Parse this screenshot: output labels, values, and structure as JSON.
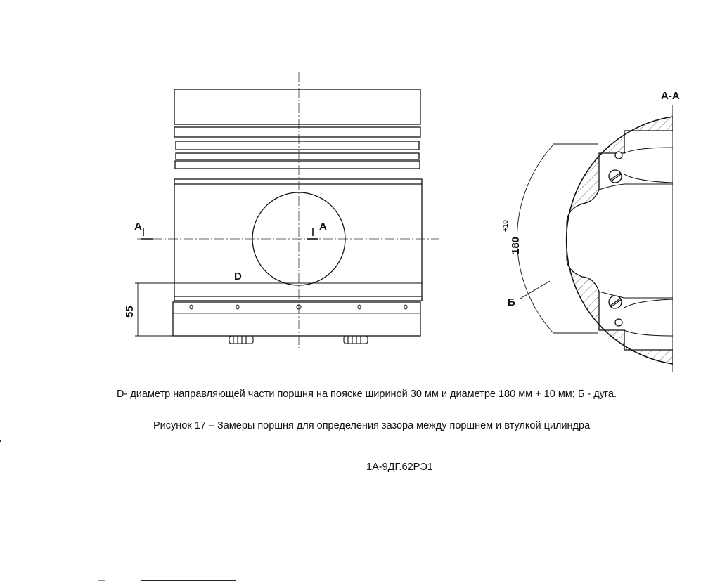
{
  "labels": {
    "section_mark": "А",
    "section_title": "А-А",
    "diameter": "D",
    "height_dim": "55",
    "arc_dim": "180",
    "arc_tol": "+10",
    "arc_letter": "Б"
  },
  "legend": "D- диаметр направляющей части поршня на пояске шириной 30 мм и диаметре 180 мм + 10 мм; Б - дуга.",
  "caption": "Рисунок 17 – Замеры поршня для определения зазора между поршнем и втулкой цилиндра",
  "doc_code": "1А-9ДГ.62РЭ1"
}
